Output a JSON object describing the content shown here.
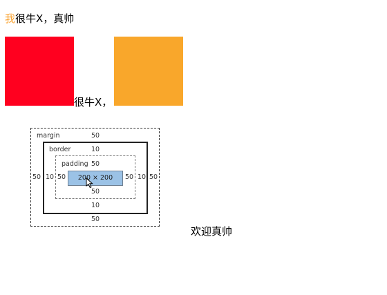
{
  "header": {
    "accent_char": "我",
    "rest": "很牛X，真帅"
  },
  "inline": {
    "middle_text": "很牛X，"
  },
  "box_model": {
    "margin_label": "margin",
    "border_label": "border",
    "padding_label": "padding",
    "content_label": "200 × 200",
    "margin": {
      "top": "50",
      "right": "50",
      "bottom": "50",
      "left": "50"
    },
    "border": {
      "top": "10",
      "right": "10",
      "bottom": "10",
      "left": "10"
    },
    "padding": {
      "top": "50",
      "right": "50",
      "bottom": "50",
      "left": "50"
    }
  },
  "footer": {
    "welcome_text": "欢迎真帅"
  },
  "colors": {
    "accent": "#f9a12e",
    "red_box": "#ff001f",
    "orange_box": "#f9a72b",
    "content_fill": "#9bc2e6"
  }
}
